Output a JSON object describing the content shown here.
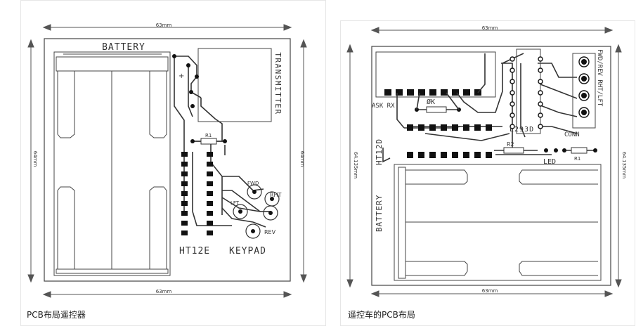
{
  "left_panel": {
    "dimensions": {
      "top_width": "63mm",
      "bottom_width": "63mm",
      "left_height": "64mm",
      "right_height": "64mm"
    },
    "labels": {
      "battery": "BATTERY",
      "transmitter": "TRANSMITTER",
      "plus": "+",
      "r1": "R1",
      "fwd": "FWD",
      "rht": "RHT",
      "lft": "LFT",
      "rev": "REV",
      "ht12e": "HT12E",
      "keypad": "KEYPAD"
    },
    "caption": "PCB布局遥控器"
  },
  "right_panel": {
    "dimensions": {
      "top_width": "63mm",
      "bottom_width": "63mm",
      "left_height": "64.135mm",
      "right_height": "64.135mm"
    },
    "labels": {
      "ask_rx": "ASK RX",
      "ok": "ØK",
      "l293d": "L293D",
      "conn": "CONN",
      "fwd_rev": "FWD/REV RHT/LFT",
      "ht12d": "HT12D",
      "r2": "R2",
      "r1": "R1",
      "led": "LED",
      "battery": "BATTERY"
    },
    "caption": "遥控车的PCB布局"
  },
  "colors": {
    "trace": "#333333",
    "pad": "#111111",
    "board_line": "#444444"
  }
}
